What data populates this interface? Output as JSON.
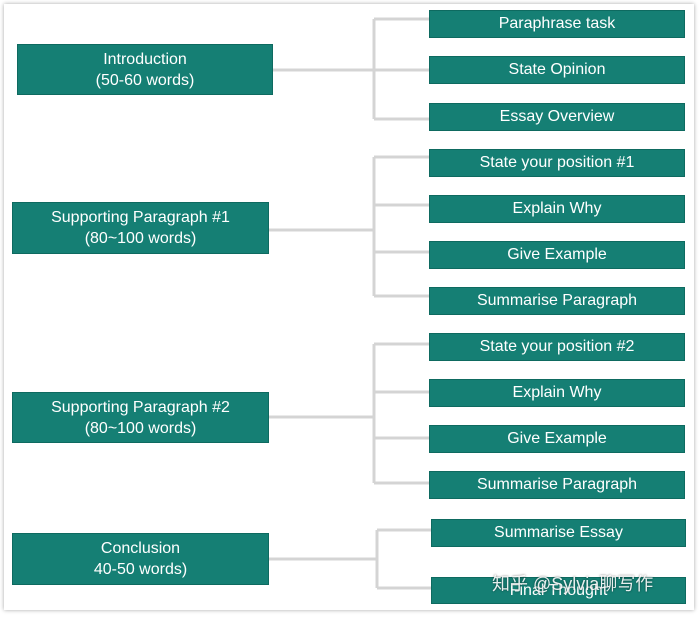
{
  "sections": [
    {
      "title": "Introduction",
      "subtitle": "(50-60 words)",
      "items": [
        "Paraphrase task",
        "State Opinion",
        "Essay Overview"
      ]
    },
    {
      "title": "Supporting Paragraph #1",
      "subtitle": "(80~100 words)",
      "items": [
        "State your position #1",
        "Explain Why",
        "Give Example",
        "Summarise Paragraph"
      ]
    },
    {
      "title": "Supporting Paragraph #2",
      "subtitle": "(80~100 words)",
      "items": [
        "State your position #2",
        "Explain Why",
        "Give Example",
        "Summarise Paragraph"
      ]
    },
    {
      "title": "Conclusion",
      "subtitle": "40-50 words)",
      "items": [
        "Summarise Essay",
        "Final Thought"
      ]
    }
  ],
  "watermark": "知乎 @Sylvia聊写作",
  "colors": {
    "box": "#157f74",
    "connector": "#d4d4d4",
    "text": "#ffffff"
  }
}
